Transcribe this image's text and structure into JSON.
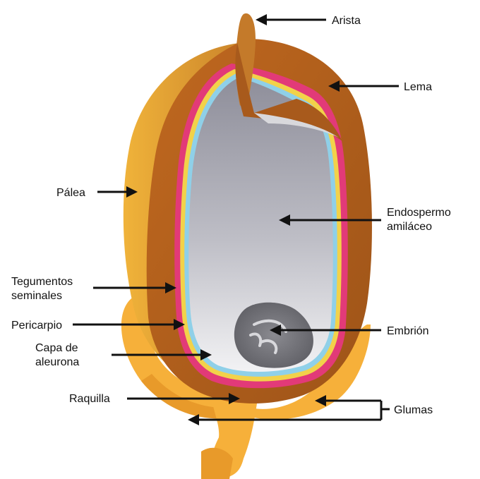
{
  "labels": {
    "arista": "Arista",
    "lema": "Lema",
    "palea": "Pálea",
    "endospermo_1": "Endospermo",
    "endospermo_2": "amiláceo",
    "tegumentos_1": "Tegumentos",
    "tegumentos_2": "seminales",
    "pericarpio": "Pericarpio",
    "embrion": "Embrión",
    "capa_1": "Capa de",
    "capa_2": "aleurona",
    "raquilla": "Raquilla",
    "glumas": "Glumas"
  },
  "colors": {
    "palea": "#E2A22E",
    "lema": "#B8631F",
    "pericarp": "#E23A78",
    "seed_coat": "#F2D24A",
    "aleurone": "#8FD0E8",
    "endosperm_top": "#8E8E9A",
    "endosperm_bottom": "#F2F2F4",
    "embryo": "#7A7A80",
    "glumes": "#F6B03A",
    "arrow": "#111111"
  }
}
